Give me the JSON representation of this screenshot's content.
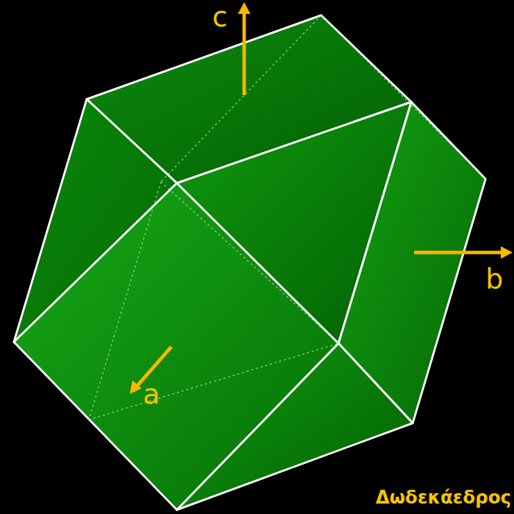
{
  "diagram": {
    "labels": [
      "c",
      "b",
      "a",
      "Δωδεκάεδρος"
    ]
  }
}
